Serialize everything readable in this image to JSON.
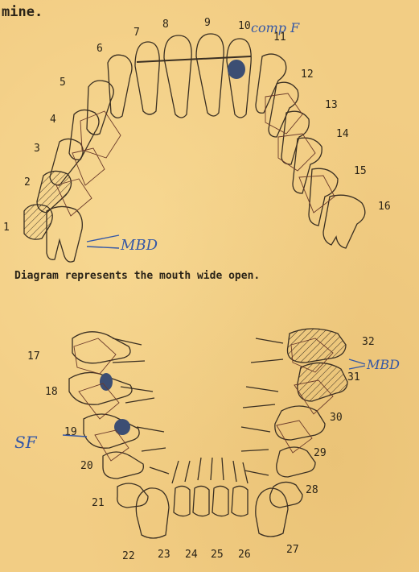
{
  "header_text": "mine.",
  "caption": "Diagram represents the mouth wide open.",
  "upper_teeth": [
    "1",
    "2",
    "3",
    "4",
    "5",
    "6",
    "7",
    "8",
    "9",
    "10",
    "11",
    "12",
    "13",
    "14",
    "15",
    "16"
  ],
  "lower_teeth": [
    "17",
    "18",
    "19",
    "20",
    "21",
    "22",
    "23",
    "24",
    "25",
    "26",
    "27",
    "28",
    "29",
    "30",
    "31",
    "32"
  ],
  "annotations": {
    "upper_left_mbd": "MBD",
    "upper_tooth10": "comp F",
    "lower_right_mbd": "MBD",
    "lower_left_sf": "SF"
  },
  "colors": {
    "paper": "#f2cd84",
    "ink": "#2b2418",
    "pen": "#3457a6",
    "filling": "#3c4e73"
  }
}
